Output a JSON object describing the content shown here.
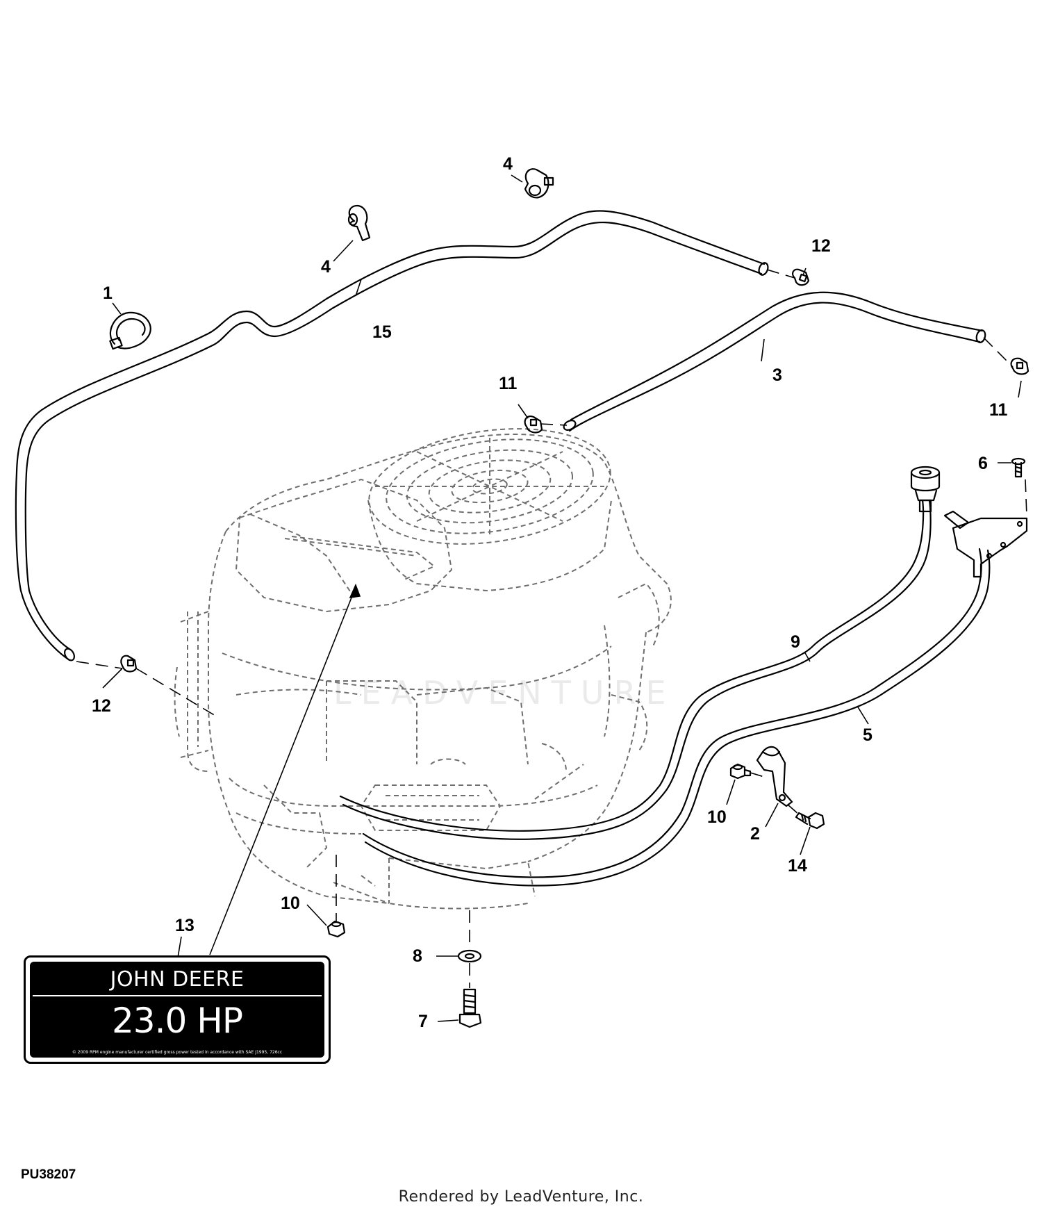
{
  "figure": {
    "id": "PU38207",
    "credit": "Rendered by LeadVenture, Inc.",
    "watermark": "LEADVENTURE"
  },
  "decal": {
    "brand": "JOHN DEERE",
    "rating": "23.0 HP",
    "fine_print": "© 2009 RPM engine manufacturer certified gross power tested in accordance with SAE J1995, 726cc"
  },
  "callouts": [
    {
      "id": "c1",
      "label": "1"
    },
    {
      "id": "c2",
      "label": "2"
    },
    {
      "id": "c3",
      "label": "3"
    },
    {
      "id": "c4a",
      "label": "4"
    },
    {
      "id": "c4b",
      "label": "4"
    },
    {
      "id": "c5",
      "label": "5"
    },
    {
      "id": "c6",
      "label": "6"
    },
    {
      "id": "c7",
      "label": "7"
    },
    {
      "id": "c8",
      "label": "8"
    },
    {
      "id": "c9",
      "label": "9"
    },
    {
      "id": "c10a",
      "label": "10"
    },
    {
      "id": "c10b",
      "label": "10"
    },
    {
      "id": "c11a",
      "label": "11"
    },
    {
      "id": "c11b",
      "label": "11"
    },
    {
      "id": "c12a",
      "label": "12"
    },
    {
      "id": "c12b",
      "label": "12"
    },
    {
      "id": "c13",
      "label": "13"
    },
    {
      "id": "c14",
      "label": "14"
    },
    {
      "id": "c15",
      "label": "15"
    }
  ],
  "colors": {
    "line": "#000000",
    "ghost_engine": "#6e6e6e",
    "decal_background": "#000000",
    "decal_text": "#ffffff"
  }
}
